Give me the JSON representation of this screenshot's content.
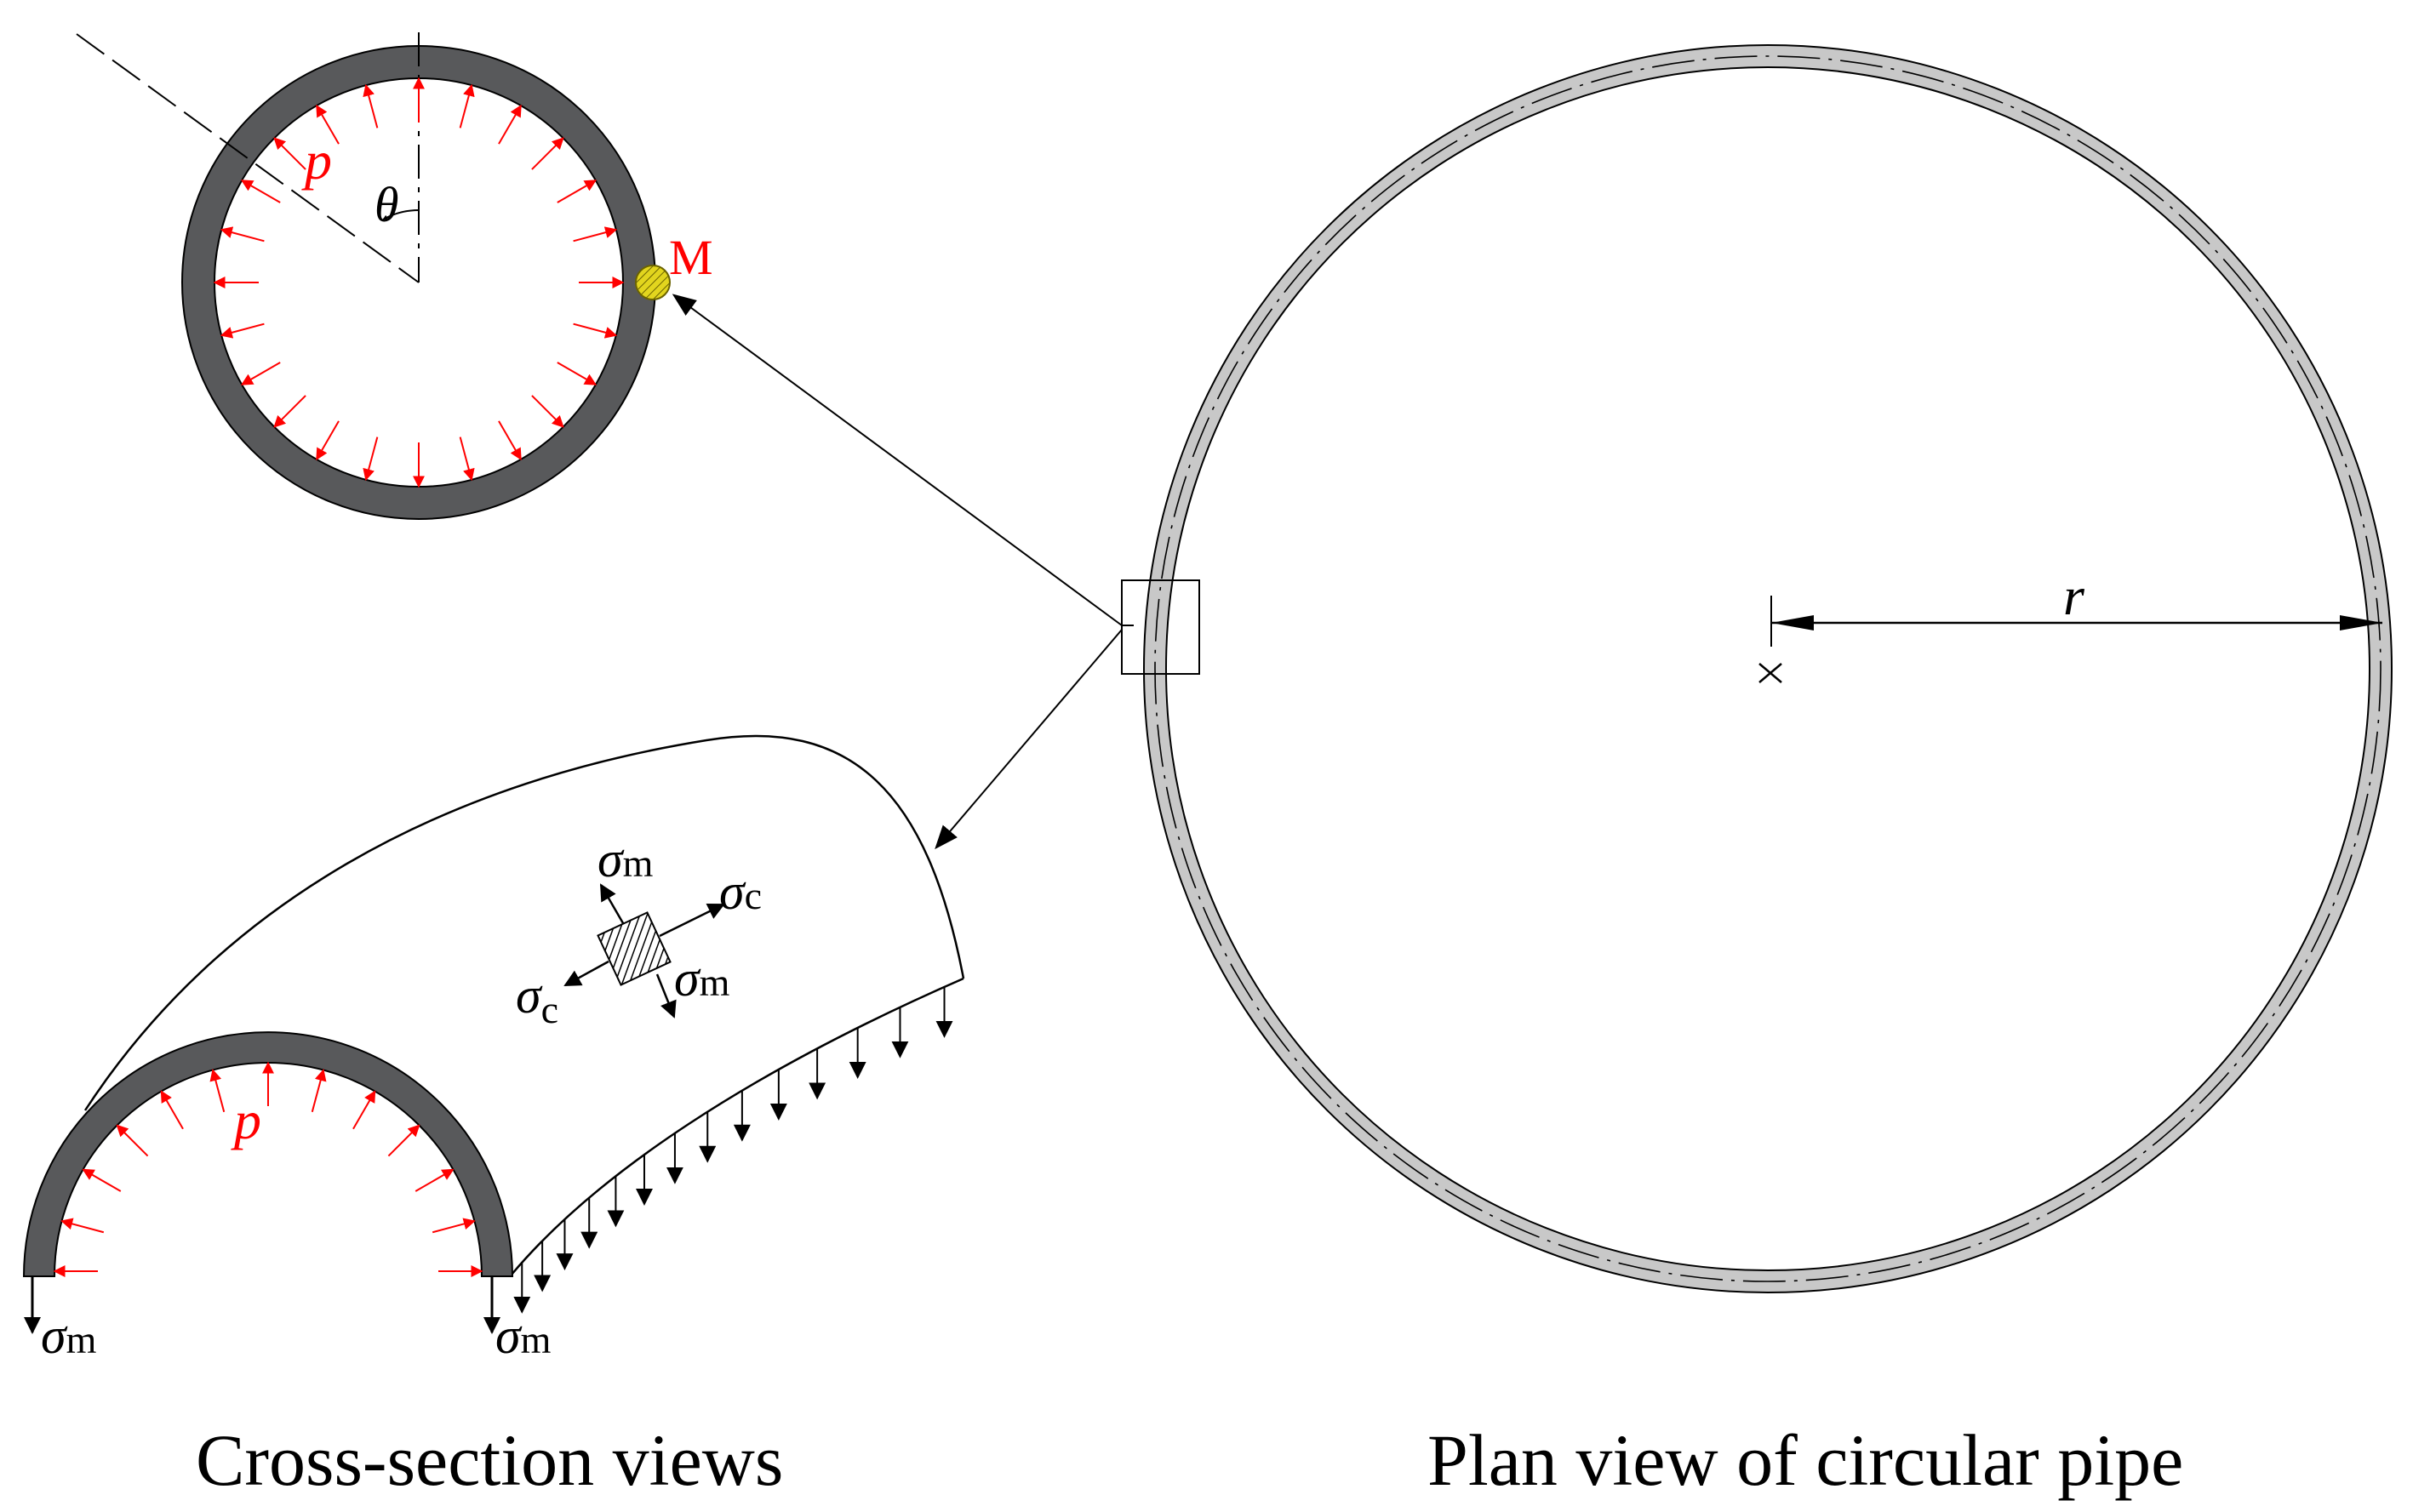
{
  "captions": {
    "cross_section": "Cross-section views",
    "plan_view": "Plan view of circular pipe"
  },
  "labels": {
    "pressure": "p",
    "angle": "θ",
    "point": "M",
    "radius": "r",
    "sigma": "σ",
    "sub_m": "m",
    "sub_c": "c"
  },
  "colors": {
    "pipe_wall": "#58595b",
    "pressure_arrows": "#ff0000",
    "point_marker": "#e2d51e",
    "line": "#000000",
    "plan_ring": "#c8c8c8"
  }
}
